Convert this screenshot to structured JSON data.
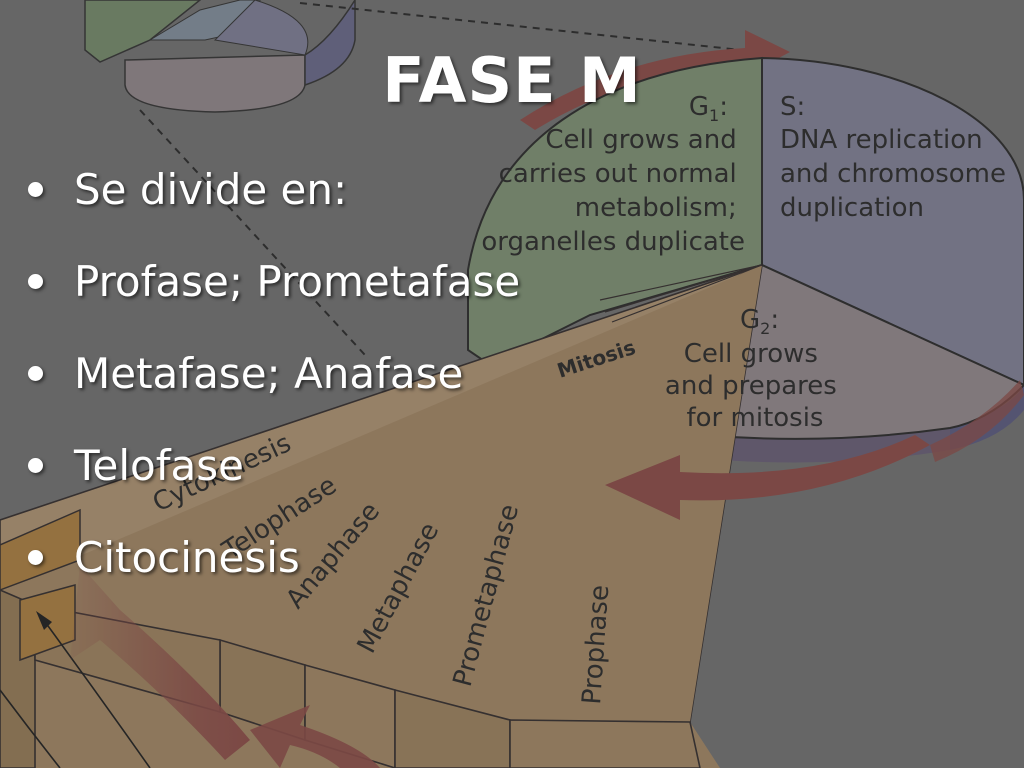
{
  "slide": {
    "title": "FASE M",
    "bullets": [
      "Se divide en:",
      "Profase; Prometafase",
      "Metafase; Anafase",
      "Telofase",
      "Citocinesis"
    ]
  },
  "diagram": {
    "g1_label": "G",
    "g1_subscript": "1",
    "g1_text": [
      "Cell grows and",
      "carries out normal",
      "metabolism;",
      "organelles duplicate"
    ],
    "s_label": "S:",
    "s_text": [
      "DNA replication",
      "and chromosome",
      "duplication"
    ],
    "g2_label": "G",
    "g2_subscript": "2",
    "g2_text": [
      "Cell grows",
      "and prepares",
      "for mitosis"
    ],
    "mitosis_label": "Mitosis",
    "phase_labels": [
      "Cytokinesis",
      "Telophase",
      "Anaphase",
      "Metaphase",
      "Prometaphase",
      "Prophase"
    ],
    "colors": {
      "g1": "#8aa27c",
      "s": "#8d8da8",
      "g2": "#a4969c",
      "mitosis": "#c7a57b",
      "arrow": "#9c4a44",
      "background": "#7a7a7a"
    }
  }
}
